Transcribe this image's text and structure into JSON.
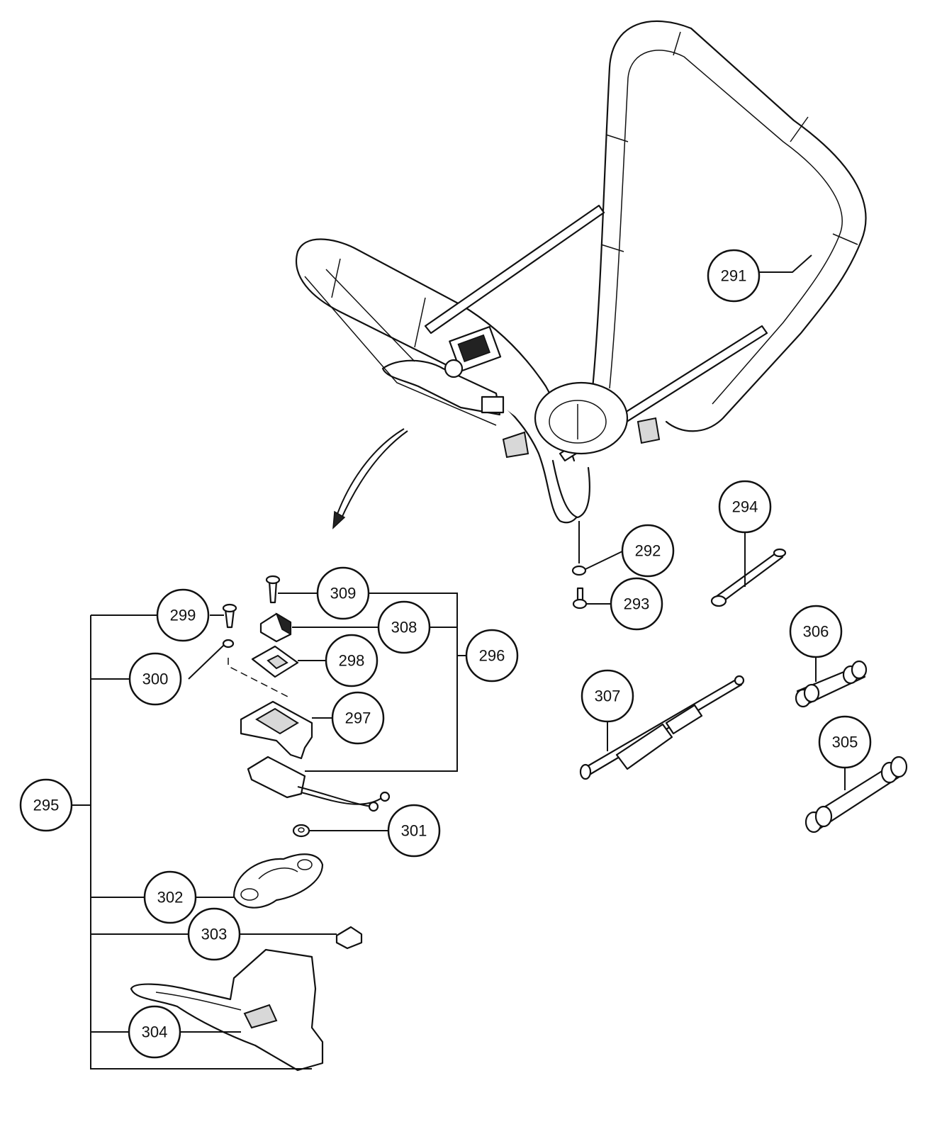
{
  "colors": {
    "ink": "#111111",
    "paper": "#ffffff",
    "shade": "#d8d8d8"
  },
  "callouts": {
    "c291": "291",
    "c292": "292",
    "c293": "293",
    "c294": "294",
    "c295": "295",
    "c296": "296",
    "c297": "297",
    "c298": "298",
    "c299": "299",
    "c300": "300",
    "c301": "301",
    "c302": "302",
    "c303": "303",
    "c304": "304",
    "c305": "305",
    "c306": "306",
    "c307": "307",
    "c308": "308",
    "c309": "309"
  }
}
